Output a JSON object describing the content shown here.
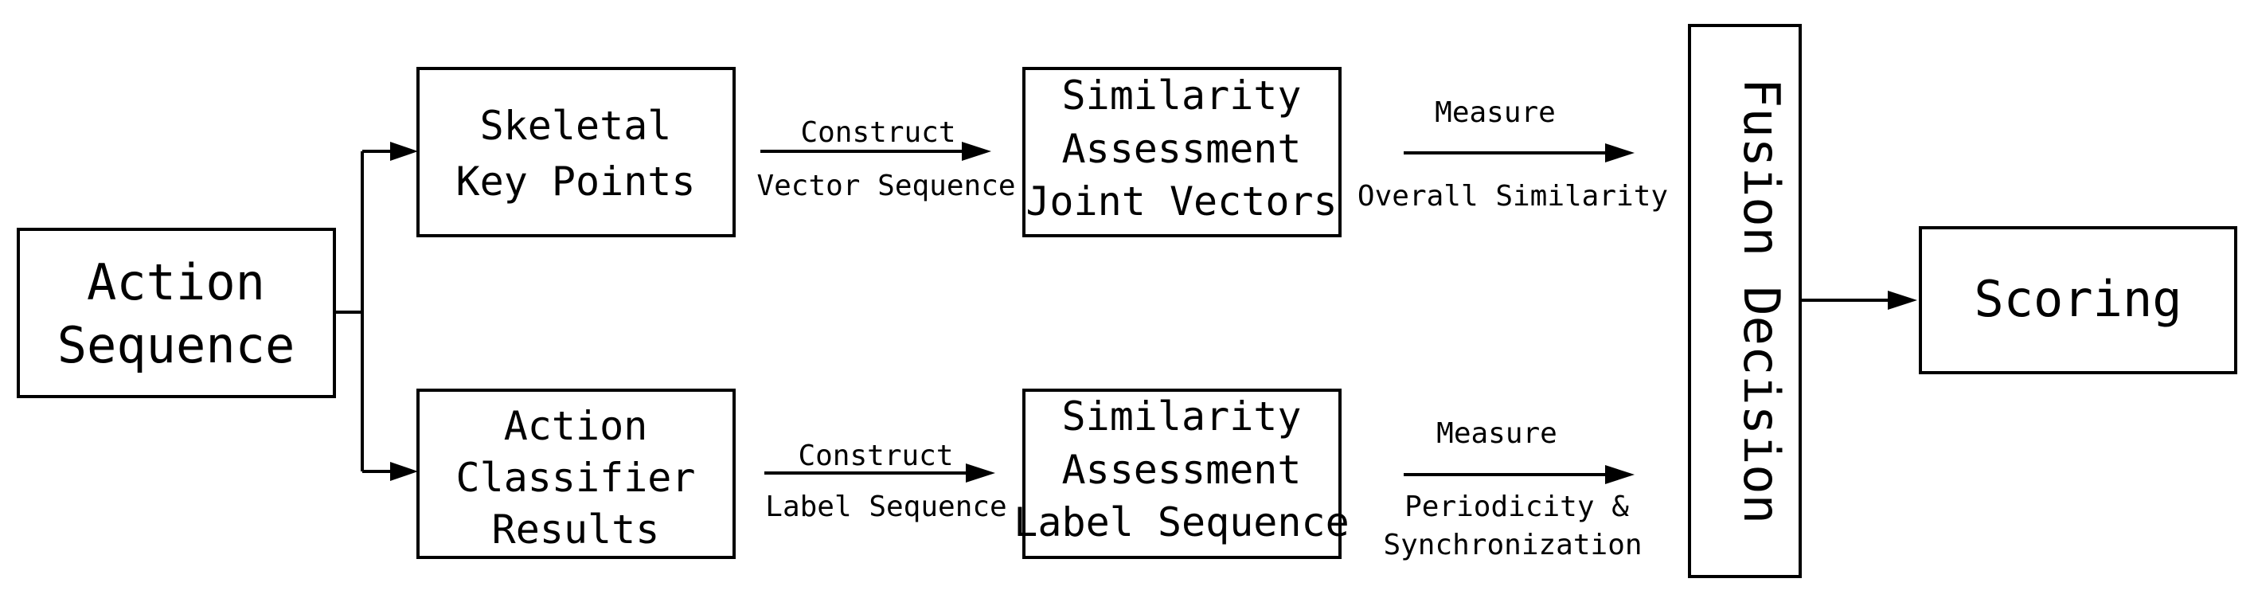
{
  "nodes": {
    "action_sequence": [
      "Action",
      "Sequence"
    ],
    "skeletal_key_points": [
      "Skeletal",
      "Key Points"
    ],
    "action_classifier_results": [
      "Action",
      "Classifier",
      "Results"
    ],
    "similarity_joint_vectors": [
      "Similarity",
      "Assessment",
      "Joint Vectors"
    ],
    "similarity_label_sequence": [
      "Similarity",
      "Assessment",
      "Label Sequence"
    ],
    "fusion_decision": "Fusion Decision",
    "scoring": "Scoring"
  },
  "edges": {
    "construct_vector": [
      "Construct",
      "Vector Sequence"
    ],
    "construct_label": [
      "Construct",
      "Label Sequence"
    ],
    "measure_overall": [
      "Measure",
      "Overall Similarity"
    ],
    "measure_periodicity": [
      "Measure",
      "Periodicity &",
      "Synchronization"
    ]
  }
}
